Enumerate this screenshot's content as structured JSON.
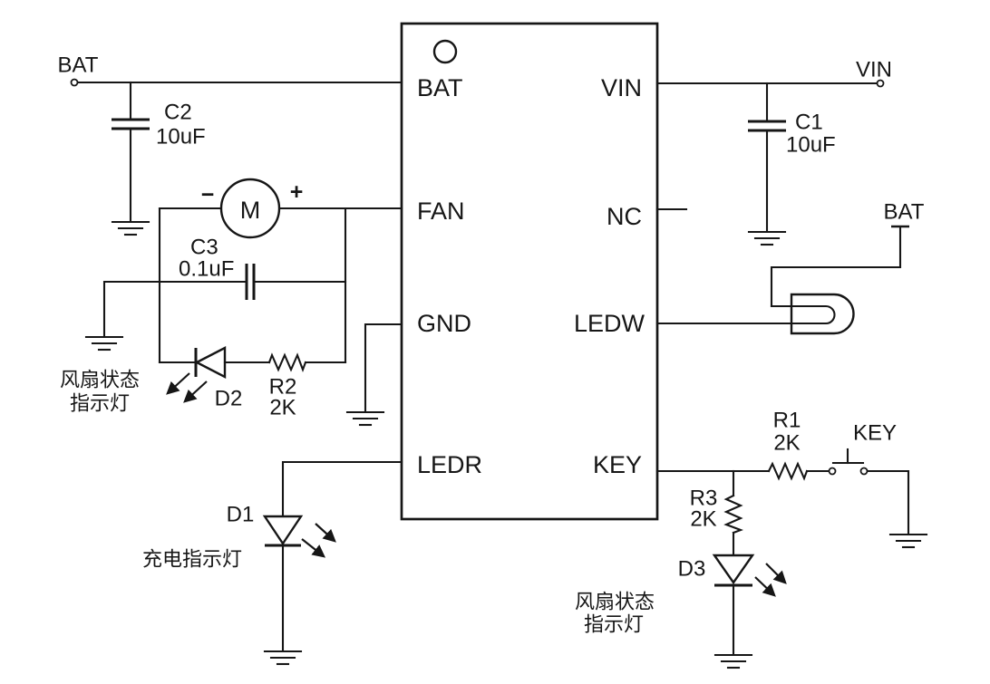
{
  "colors": {
    "line": "#161616",
    "background": "#ffffff"
  },
  "ic": {
    "pins": {
      "bat": "BAT",
      "fan": "FAN",
      "gnd": "GND",
      "ledr": "LEDR",
      "vin": "VIN",
      "nc": "NC",
      "ledw": "LEDW",
      "key": "KEY"
    }
  },
  "nets": {
    "bat_left": "BAT",
    "vin_right": "VIN",
    "bat_lamp": "BAT",
    "key_switch": "KEY"
  },
  "components": {
    "c1": {
      "ref": "C1",
      "value": "10uF"
    },
    "c2": {
      "ref": "C2",
      "value": "10uF"
    },
    "c3": {
      "ref": "C3",
      "value": "0.1uF"
    },
    "r1": {
      "ref": "R1",
      "value": "2K"
    },
    "r2": {
      "ref": "R2",
      "value": "2K"
    },
    "r3": {
      "ref": "R3",
      "value": "2K"
    },
    "d1": {
      "ref": "D1"
    },
    "d2": {
      "ref": "D2"
    },
    "d3": {
      "ref": "D3"
    },
    "motor": {
      "label": "M",
      "minus": "−",
      "plus": "+"
    }
  },
  "annotations": {
    "fan_status_left_line1": "风扇状态",
    "fan_status_left_line2": "指示灯",
    "charge_indicator": "充电指示灯",
    "fan_status_right_line1": "风扇状态",
    "fan_status_right_line2": "指示灯"
  }
}
